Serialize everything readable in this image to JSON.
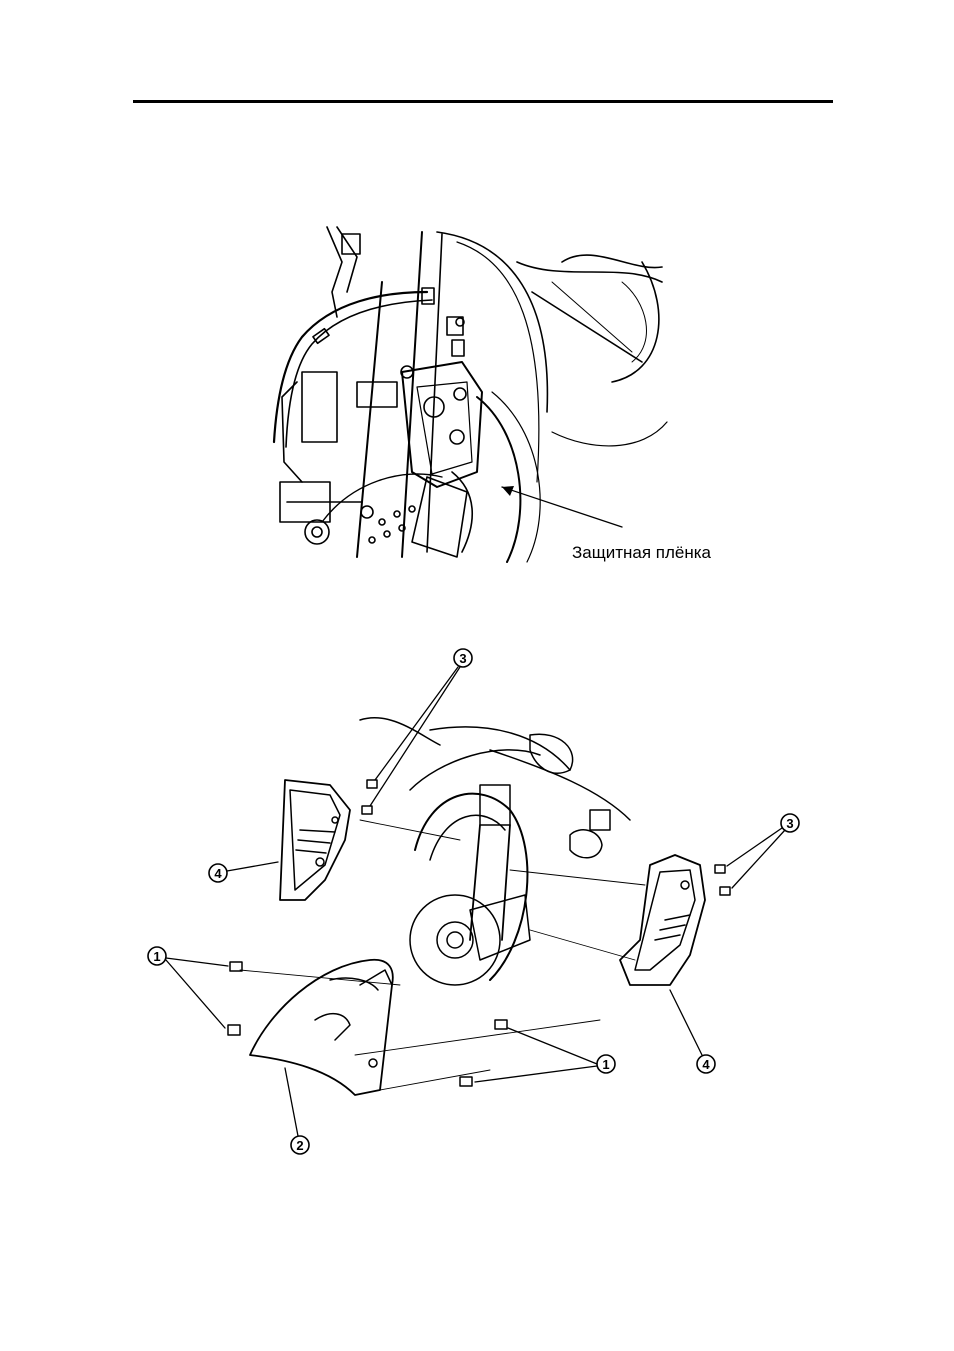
{
  "figure_top": {
    "callout": "Защитная плёнка"
  },
  "figure_bottom": {
    "callouts": [
      "1",
      "2",
      "3",
      "4"
    ]
  }
}
